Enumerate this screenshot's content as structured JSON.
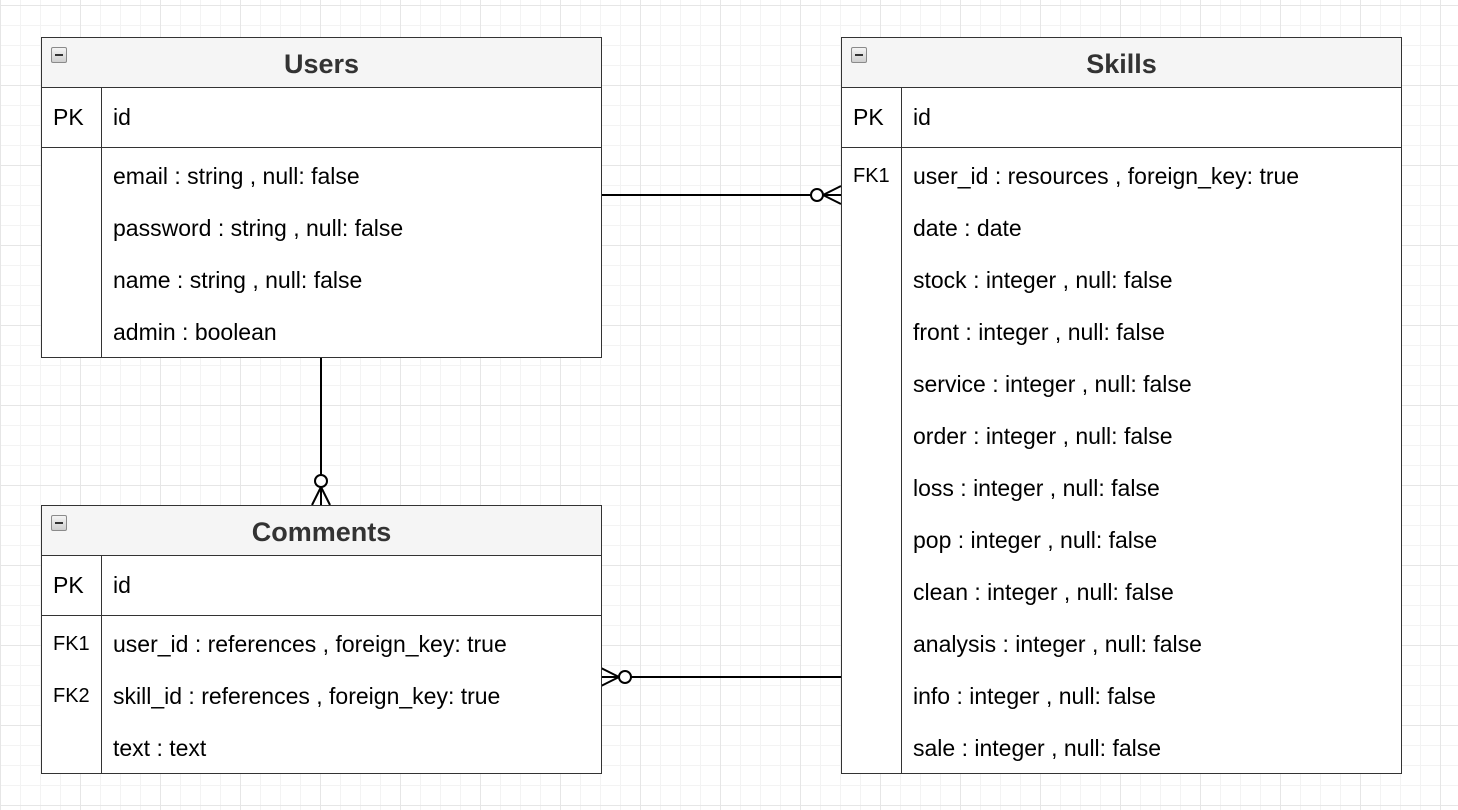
{
  "tables": {
    "users": {
      "title": "Users",
      "pk": {
        "key": "PK",
        "field": "id"
      },
      "fields": [
        {
          "key": "",
          "field": "email : string , null: false"
        },
        {
          "key": "",
          "field": "password : string , null: false"
        },
        {
          "key": "",
          "field": "name : string , null: false"
        },
        {
          "key": "",
          "field": "admin : boolean"
        }
      ]
    },
    "skills": {
      "title": "Skills",
      "pk": {
        "key": "PK",
        "field": "id"
      },
      "fields": [
        {
          "key": "FK1",
          "field": "user_id : resources , foreign_key: true"
        },
        {
          "key": "",
          "field": "date : date"
        },
        {
          "key": "",
          "field": "stock : integer , null: false"
        },
        {
          "key": "",
          "field": "front : integer , null: false"
        },
        {
          "key": "",
          "field": "service : integer , null: false"
        },
        {
          "key": "",
          "field": "order : integer , null: false"
        },
        {
          "key": "",
          "field": "loss : integer , null: false"
        },
        {
          "key": "",
          "field": "pop : integer , null: false"
        },
        {
          "key": "",
          "field": "clean : integer , null: false"
        },
        {
          "key": "",
          "field": "analysis : integer , null: false"
        },
        {
          "key": "",
          "field": "info : integer , null: false"
        },
        {
          "key": "",
          "field": "sale : integer , null: false"
        }
      ]
    },
    "comments": {
      "title": "Comments",
      "pk": {
        "key": "PK",
        "field": "id"
      },
      "fields": [
        {
          "key": "FK1",
          "field": "user_id : references , foreign_key: true"
        },
        {
          "key": "FK2",
          "field": "skill_id : references , foreign_key: true"
        },
        {
          "key": "",
          "field": "text : text"
        }
      ]
    }
  },
  "relationships": [
    {
      "from": "Users",
      "to": "Skills",
      "cardinality": "one-to-zero-or-many"
    },
    {
      "from": "Users",
      "to": "Comments",
      "cardinality": "one-to-zero-or-many"
    },
    {
      "from": "Skills",
      "to": "Comments",
      "cardinality": "one-to-zero-or-many"
    }
  ],
  "colors": {
    "line": "#000000",
    "border": "#333333",
    "header_bg": "#f5f5f5",
    "grid": "#e6e6e6"
  }
}
